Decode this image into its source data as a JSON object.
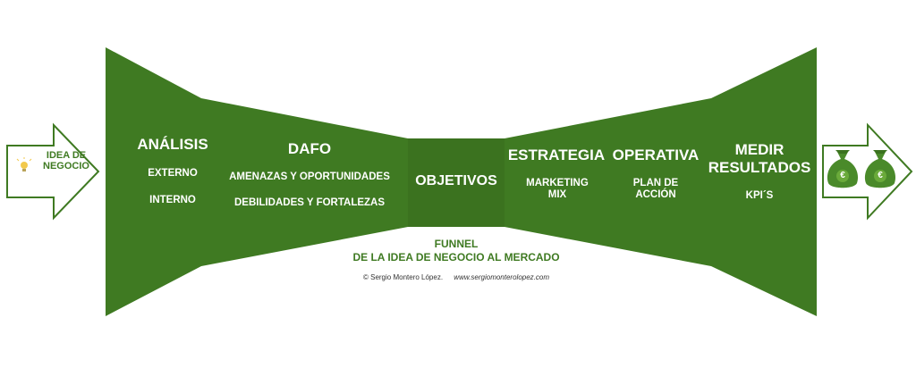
{
  "colors": {
    "funnel_green": "#3f7a22",
    "center_green": "#3b721f",
    "arrow_stroke": "#3f7a22",
    "bulb": "#f2c94c",
    "money_bag": "#4a8a2a"
  },
  "input_arrow": {
    "label": "IDEA DE NEGOCIO",
    "icon": "lightbulb-icon"
  },
  "output_arrow": {
    "icons": [
      "euro-money-bag-icon",
      "euro-money-bag-icon"
    ],
    "currency_symbol": "€"
  },
  "stages": {
    "analisis": {
      "title": "ANÁLISIS",
      "items": [
        "EXTERNO",
        "INTERNO"
      ]
    },
    "dafo": {
      "title": "DAFO",
      "items": [
        "AMENAZAS Y OPORTUNIDADES",
        "DEBILIDADES Y FORTALEZAS"
      ]
    },
    "objetivos": {
      "title": "OBJETIVOS"
    },
    "estrategia": {
      "title": "ESTRATEGIA",
      "item": "MARKETING MIX"
    },
    "operativa": {
      "title": "OPERATIVA",
      "item": "PLAN DE ACCIÓN"
    },
    "medir": {
      "title": "MEDIR RESULTADOS",
      "item": "KPI´S"
    }
  },
  "caption": {
    "line1": "FUNNEL",
    "line2": "DE LA IDEA DE NEGOCIO AL MERCADO"
  },
  "credit": {
    "author": "© Sergio Montero López.",
    "url": "www.sergiomonterolopez.com"
  }
}
